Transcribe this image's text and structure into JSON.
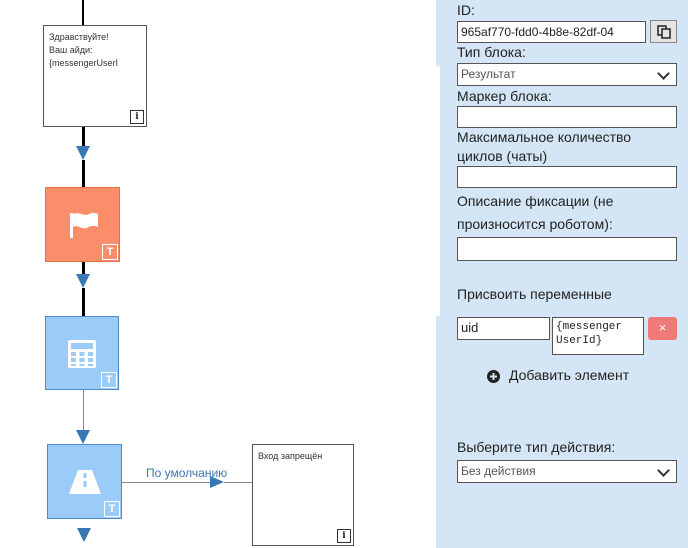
{
  "flow": {
    "message_box1": {
      "line1": "Здравствуйте!",
      "line2": "Ваш айди:",
      "line3": "{messengerUserI"
    },
    "info_icon": "i",
    "type_mark": "T",
    "default_edge_label": "По умолчанию",
    "message_box2": {
      "text": "Вход запрещён"
    }
  },
  "panel": {
    "id_label": "ID:",
    "id_value": "965af770-fdd0-4b8e-82df-04",
    "block_type_label": "Тип блока:",
    "block_type_value": "Результат",
    "block_marker_label": "Маркер блока:",
    "max_cycles_label_1": "Максимальное количество",
    "max_cycles_label_2": "циклов (чаты)",
    "fixation_label_1": "Описание фиксации (не",
    "fixation_label_2": "произносится роботом):",
    "assign_vars_label": "Присвоить переменные",
    "var_name": "uid",
    "var_value_1": "{messenger",
    "var_value_2": "UserId}",
    "remove_label": "×",
    "add_element_label": "Добавить элемент",
    "action_type_label": "Выберите тип действия:",
    "action_type_value": "Без действия"
  }
}
